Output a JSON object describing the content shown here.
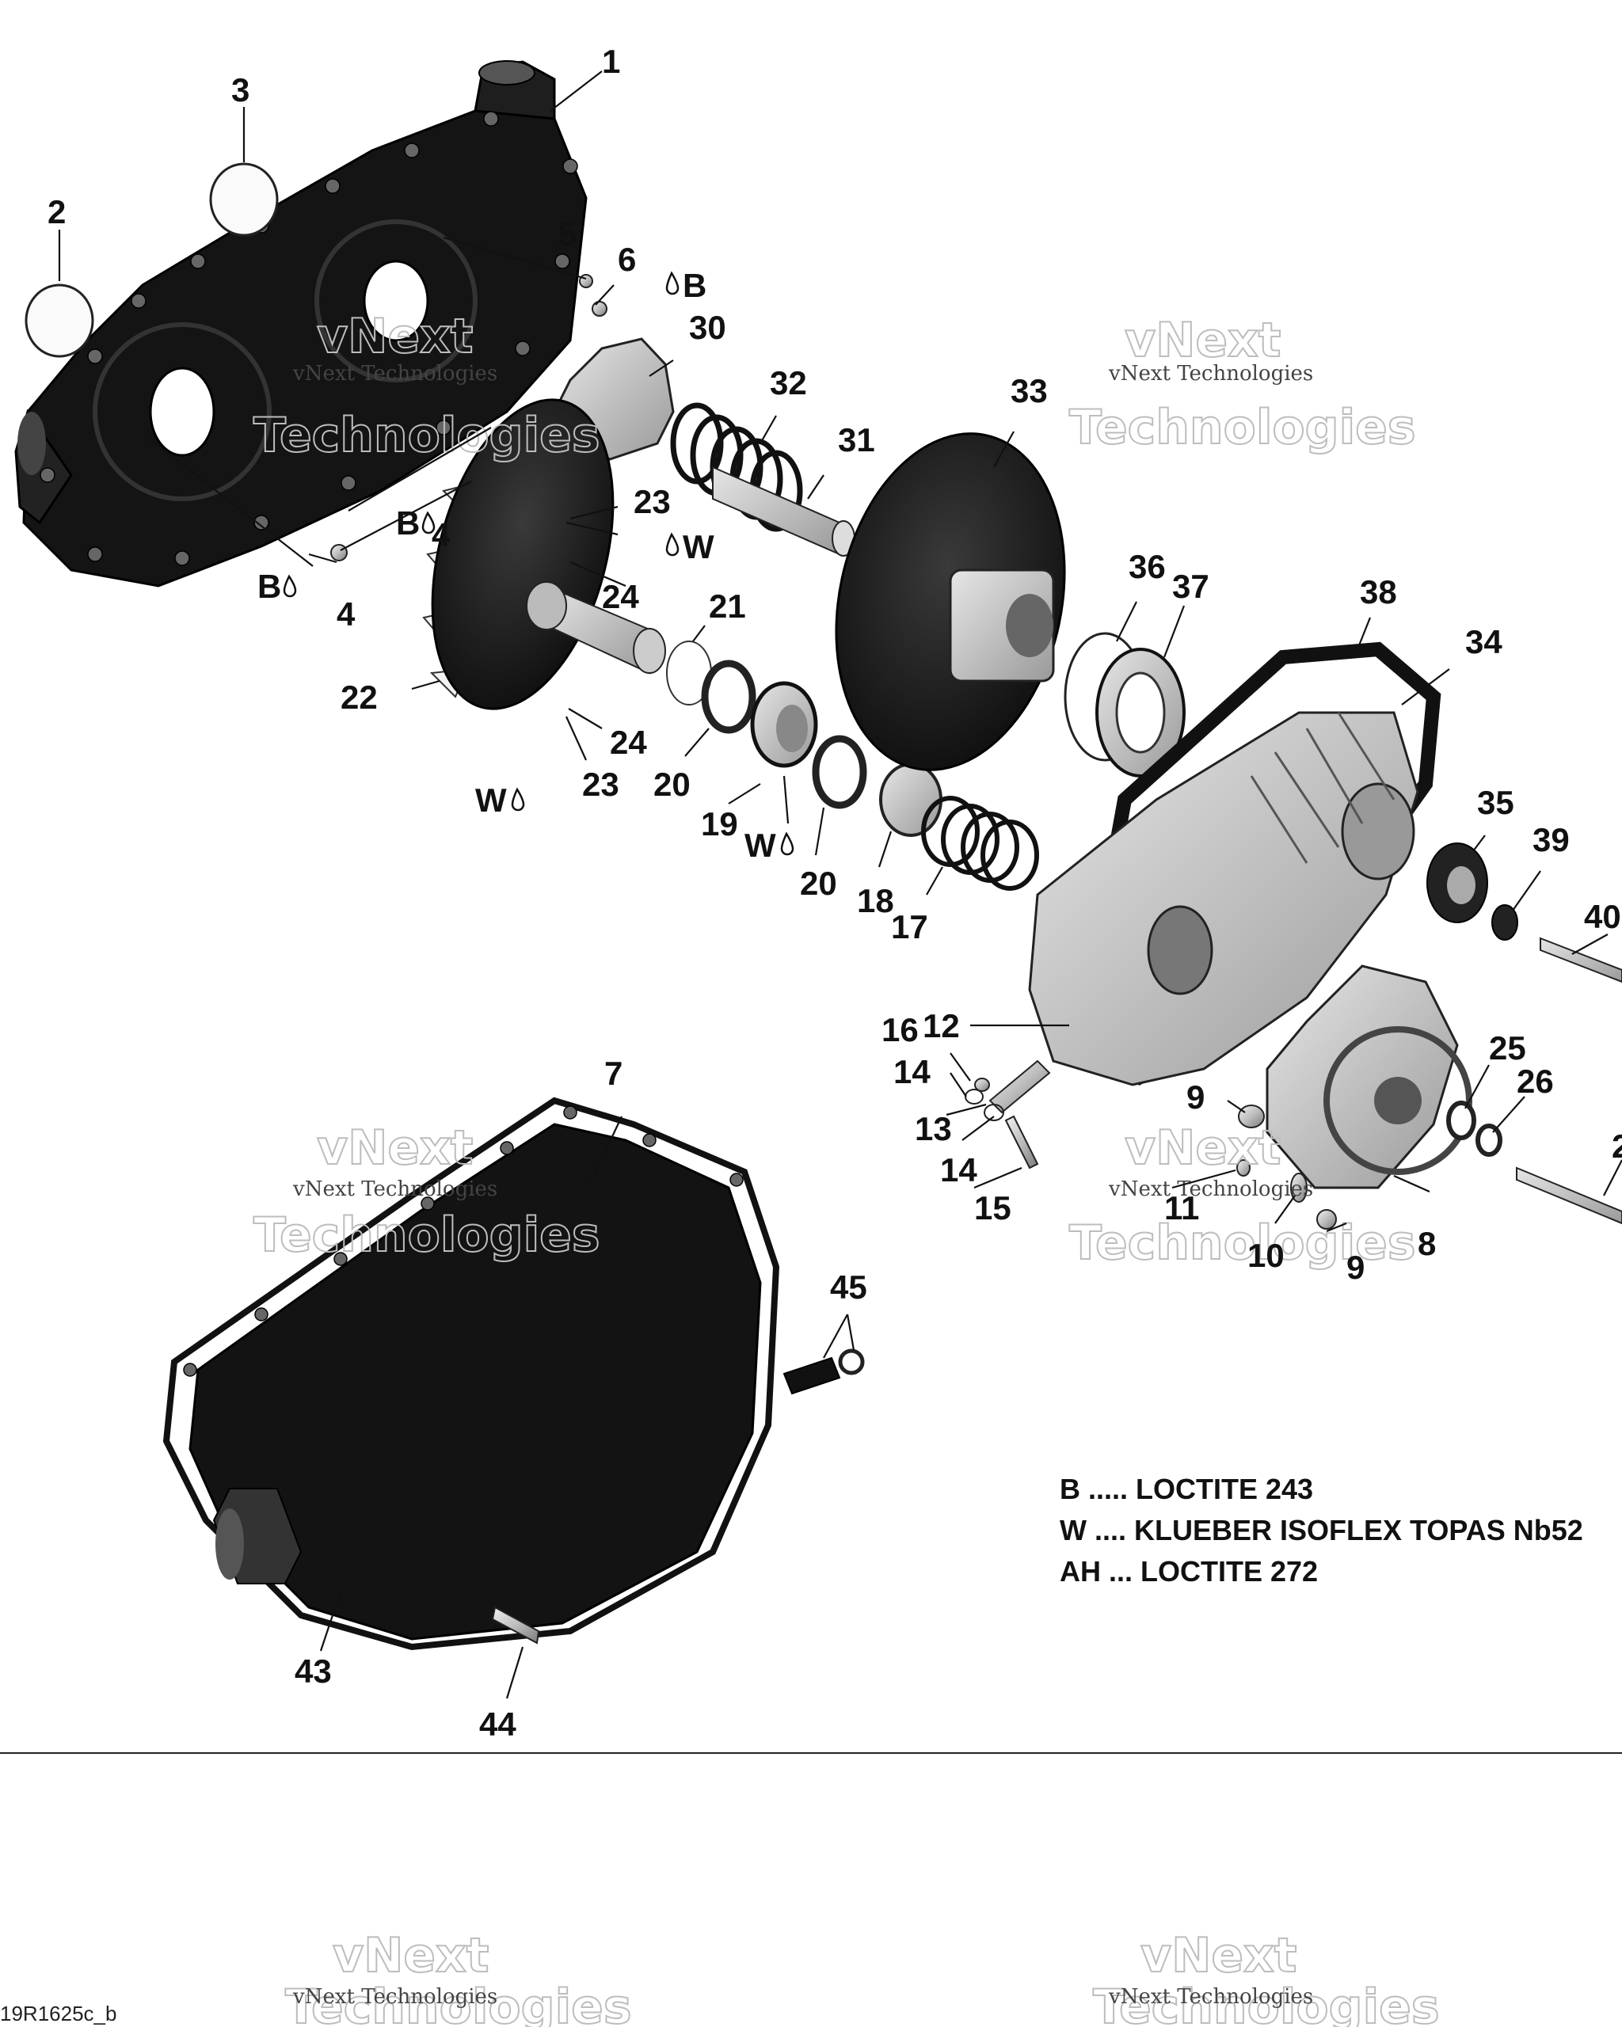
{
  "callouts": [
    {
      "id": "1",
      "label": "1"
    },
    {
      "id": "2",
      "label": "2"
    },
    {
      "id": "3",
      "label": "3"
    },
    {
      "id": "4a",
      "label": "4"
    },
    {
      "id": "4b",
      "label": "4"
    },
    {
      "id": "5",
      "label": "5"
    },
    {
      "id": "6",
      "label": "6"
    },
    {
      "id": "7",
      "label": "7"
    },
    {
      "id": "8",
      "label": "8"
    },
    {
      "id": "9a",
      "label": "9"
    },
    {
      "id": "9b",
      "label": "9"
    },
    {
      "id": "10",
      "label": "10"
    },
    {
      "id": "11",
      "label": "11"
    },
    {
      "id": "12",
      "label": "12"
    },
    {
      "id": "13",
      "label": "13"
    },
    {
      "id": "14a",
      "label": "14"
    },
    {
      "id": "14b",
      "label": "14"
    },
    {
      "id": "15",
      "label": "15"
    },
    {
      "id": "16",
      "label": "16"
    },
    {
      "id": "17",
      "label": "17"
    },
    {
      "id": "18",
      "label": "18"
    },
    {
      "id": "19",
      "label": "19"
    },
    {
      "id": "20a",
      "label": "20"
    },
    {
      "id": "20b",
      "label": "20"
    },
    {
      "id": "21",
      "label": "21"
    },
    {
      "id": "22",
      "label": "22"
    },
    {
      "id": "23a",
      "label": "23"
    },
    {
      "id": "23b",
      "label": "23"
    },
    {
      "id": "24a",
      "label": "24"
    },
    {
      "id": "24b",
      "label": "24"
    },
    {
      "id": "25",
      "label": "25"
    },
    {
      "id": "26",
      "label": "26"
    },
    {
      "id": "27",
      "label": "2"
    },
    {
      "id": "30",
      "label": "30"
    },
    {
      "id": "31",
      "label": "31"
    },
    {
      "id": "32",
      "label": "32"
    },
    {
      "id": "33",
      "label": "33"
    },
    {
      "id": "34",
      "label": "34"
    },
    {
      "id": "35",
      "label": "35"
    },
    {
      "id": "36",
      "label": "36"
    },
    {
      "id": "37",
      "label": "37"
    },
    {
      "id": "38",
      "label": "38"
    },
    {
      "id": "39",
      "label": "39"
    },
    {
      "id": "40",
      "label": "40"
    },
    {
      "id": "43",
      "label": "43"
    },
    {
      "id": "44",
      "label": "44"
    },
    {
      "id": "45",
      "label": "45"
    }
  ],
  "substance_tags": {
    "b1": "B",
    "b2": "B",
    "b3": "B",
    "w1": "W",
    "w2": "W",
    "w3": "W"
  },
  "legend": [
    {
      "text": "B ..... LOCTITE 243"
    },
    {
      "text": "W .... KLUEBER ISOFLEX TOPAS Nb52"
    },
    {
      "text": "AH ... LOCTITE 272"
    }
  ],
  "watermark": {
    "big_line1": "vNext",
    "big_line2": "Technologies",
    "small": "vNext Technologies"
  },
  "drawing_code": "19R1625c_b"
}
